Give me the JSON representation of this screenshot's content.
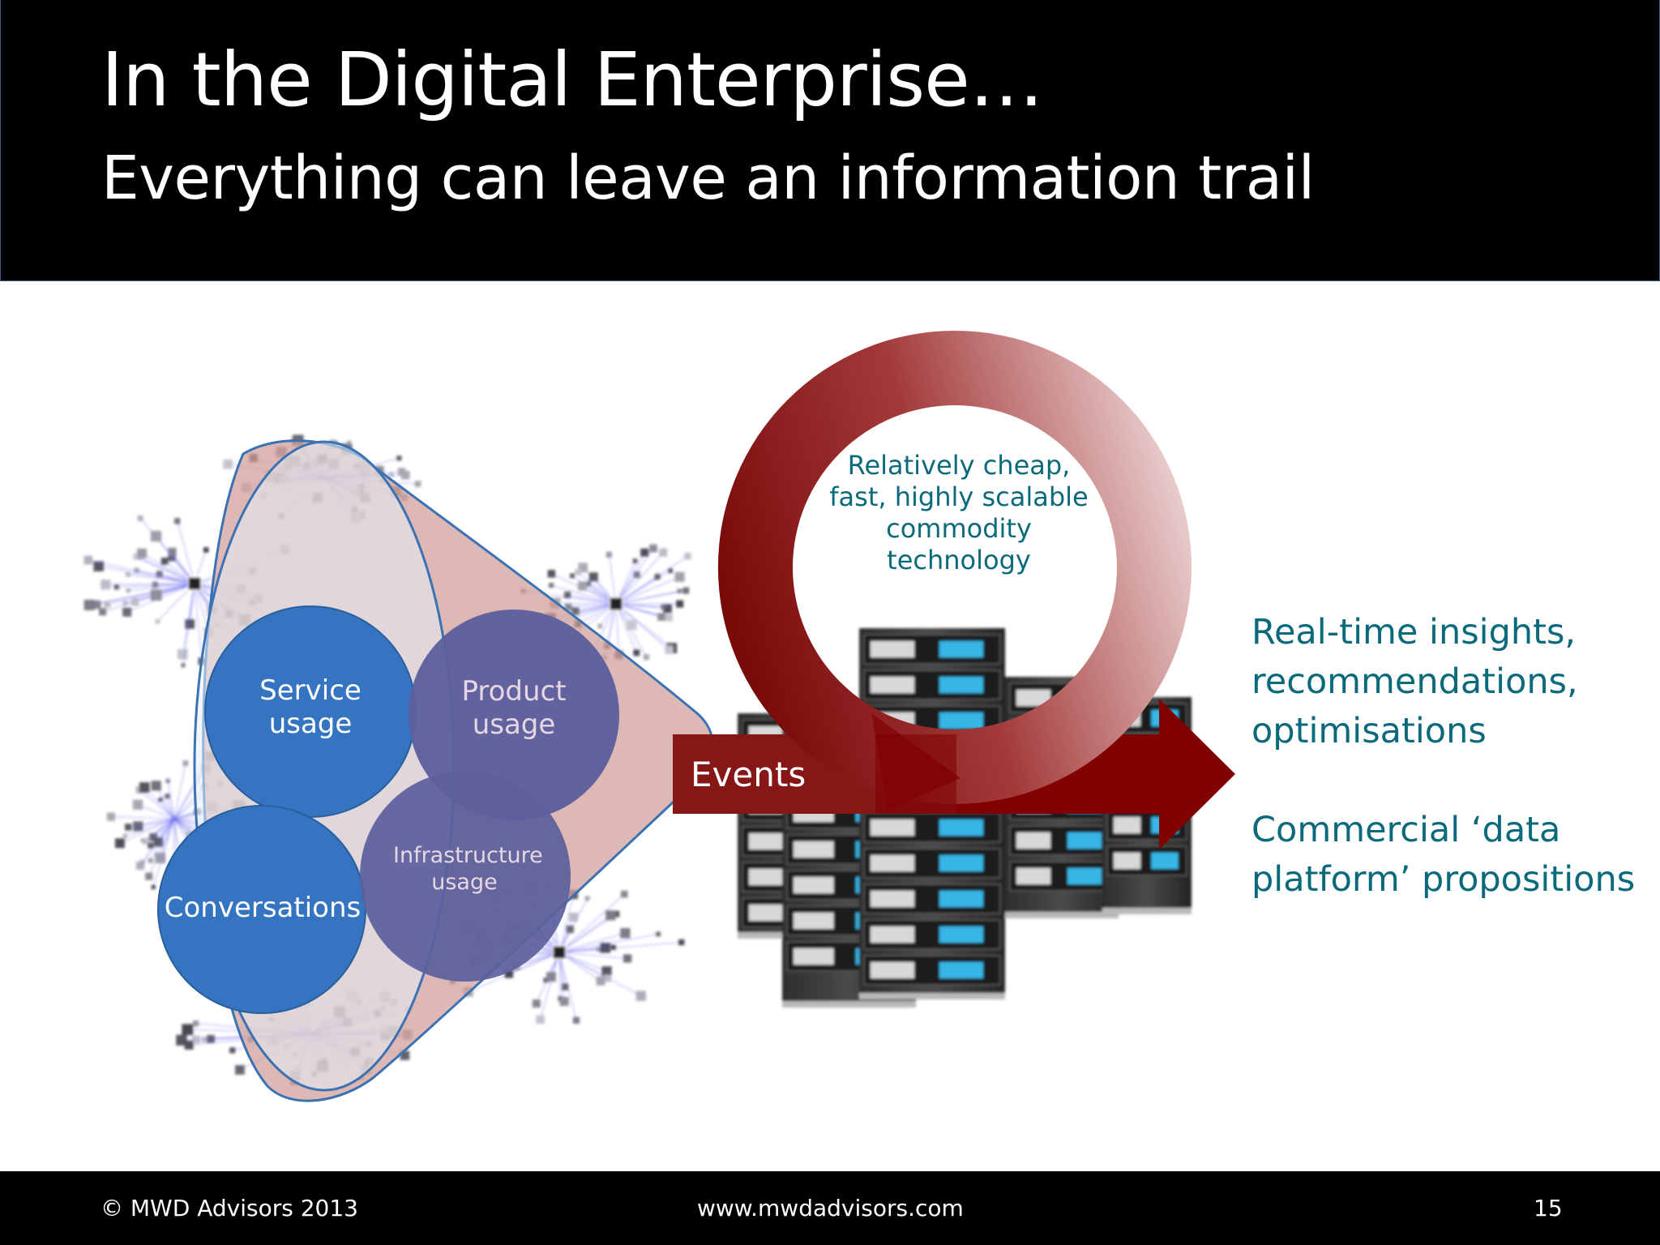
{
  "header": {
    "title": "In the Digital Enterprise…",
    "subtitle": "Everything can leave an information trail"
  },
  "diagram": {
    "circles": {
      "service": "Service usage",
      "product": "Product usage",
      "conversations": "Conversations",
      "infrastructure": "Infrastructure usage"
    },
    "events_label": "Events",
    "loop_text": "Relatively cheap, fast, highly scalable commodity technology",
    "outcomes": [
      "Real-time insights, recommendations, optimisations",
      "Commercial ‘data platform’ propositions"
    ]
  },
  "footer": {
    "copyright": "© MWD Advisors 2013",
    "url": "www.mwdadvisors.com",
    "page_number": "15"
  },
  "colors": {
    "header_bg": "#000000",
    "teal_text": "#0a6a7c",
    "dark_red": "#7f0000",
    "blue_circle": "#3574c0",
    "purple_circle": "#5d609d",
    "salmon_fan": "#d4a8a2"
  },
  "icons": [
    "social-network-graph-icon",
    "server-rack-icon",
    "cycle-arrow-icon",
    "events-arrow-icon"
  ]
}
